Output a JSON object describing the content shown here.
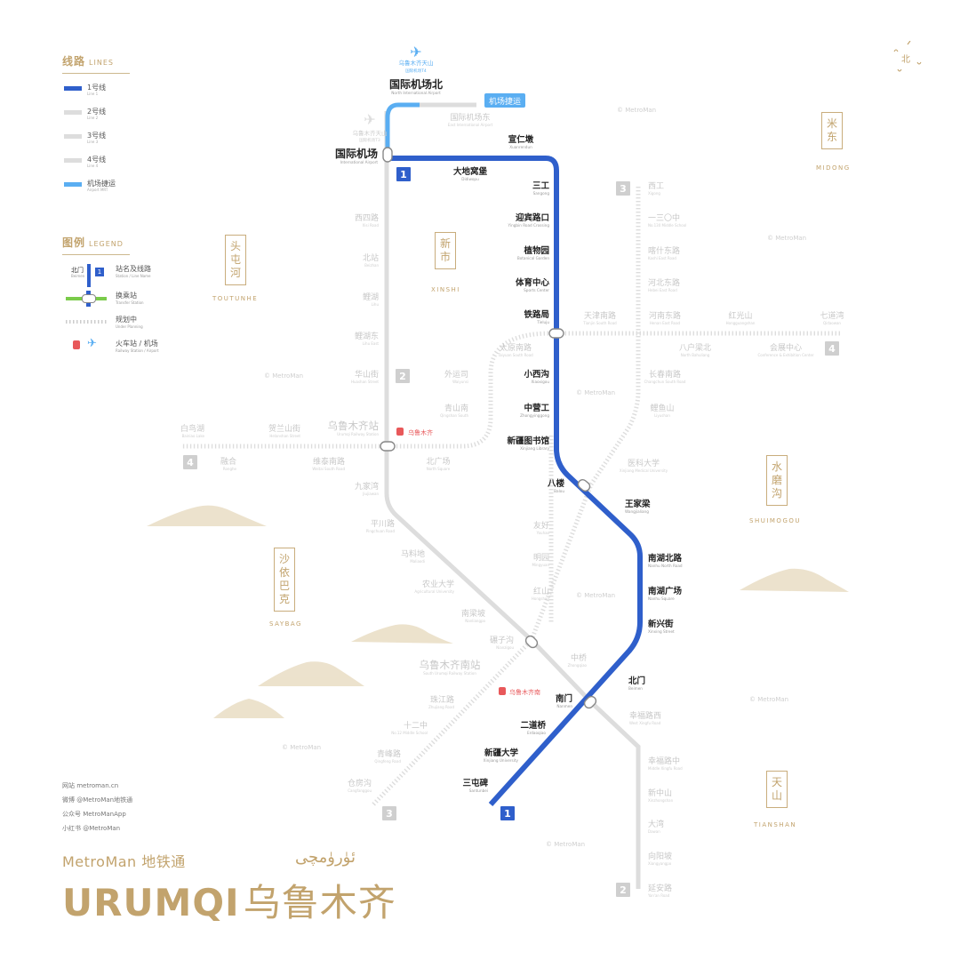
{
  "legend": {
    "lines_title": "线路",
    "lines_title_en": "LINES",
    "lines": [
      {
        "label": "1号线",
        "en": "Line 1",
        "color": "#2f5fcb"
      },
      {
        "label": "2号线",
        "en": "Line 2",
        "color": "#dddddd"
      },
      {
        "label": "3号线",
        "en": "Line 3",
        "color": "#dddddd"
      },
      {
        "label": "4号线",
        "en": "Line 4",
        "color": "#dddddd"
      },
      {
        "label": "机场捷运",
        "en": "Airport MRT",
        "color": "#5aaef2"
      }
    ],
    "legend_title": "图例",
    "legend_title_en": "LEGEND",
    "items": [
      {
        "label": "站名及线路",
        "en": "Station / Line Name"
      },
      {
        "label": "换乘站",
        "en": "Transfer Station"
      },
      {
        "label": "规划中",
        "en": "Under Planning"
      },
      {
        "label": "火车站 / 机场",
        "en": "Railway Station / Airport"
      }
    ],
    "sample_station": "北门",
    "sample_station_en": "Beimen",
    "sample_line": "1"
  },
  "contact": {
    "website": "网站  metroman.cn",
    "weibo": "微博  @MetroMan地铁通",
    "wechat": "公众号  MetroManApp",
    "xhs": "小红书  @MetroMan"
  },
  "brand": {
    "top": "MetroMan 地铁通",
    "city_en": "URUMQI",
    "city_cn": "乌鲁木齐",
    "uyghur": "ئۈرۈمچى"
  },
  "north_label": "北",
  "colors": {
    "line1": "#2f5fcb",
    "airport": "#5aaef2",
    "inactive": "#dddddd",
    "gold": "#c2a36d",
    "rail_red": "#e8585a"
  },
  "districts": [
    {
      "name": "米东",
      "en": "MIDONG"
    },
    {
      "name": "头屯河",
      "en": "TOUTUNHE"
    },
    {
      "name": "新市",
      "en": "XINSHI"
    },
    {
      "name": "水磨沟",
      "en": "SHUIMOGOU"
    },
    {
      "name": "沙依巴克",
      "en": "SAYBAG"
    },
    {
      "name": "天山",
      "en": "TIANSHAN"
    }
  ],
  "pois": {
    "airport_t4": "乌鲁木齐天山",
    "airport_t4_sub": "国际机场T4",
    "airport_old": "乌鲁木齐天山",
    "airport_old_sub": "国际机场T3",
    "rail_main": "乌鲁木齐",
    "rail_south": "乌鲁木齐南"
  },
  "badges": {
    "airport_mrt": "机场捷运",
    "line1": "1",
    "line2": "2",
    "line3": "3",
    "line4": "4"
  },
  "watermark": "© MetroMan",
  "line1_stations": [
    {
      "cn": "国际机场北",
      "en": "North International Airport"
    },
    {
      "cn": "国际机场",
      "en": "International Airport"
    },
    {
      "cn": "宣仁墩",
      "en": "Xuanrendun"
    },
    {
      "cn": "大地窝堡",
      "en": "Didiwopu"
    },
    {
      "cn": "三工",
      "en": "Sangong"
    },
    {
      "cn": "迎宾路口",
      "en": "Yingbin Road Crossing"
    },
    {
      "cn": "植物园",
      "en": "Botanical Garden"
    },
    {
      "cn": "体育中心",
      "en": "Sports Center"
    },
    {
      "cn": "铁路局",
      "en": "Tieluju"
    },
    {
      "cn": "小西沟",
      "en": "Xiaoxigou"
    },
    {
      "cn": "中营工",
      "en": "Zhongyinggong"
    },
    {
      "cn": "新疆图书馆",
      "en": "Xinjiang Library"
    },
    {
      "cn": "八楼",
      "en": "Balou"
    },
    {
      "cn": "王家梁",
      "en": "Wangjialiang"
    },
    {
      "cn": "南湖北路",
      "en": "Nanhu North Road"
    },
    {
      "cn": "南湖广场",
      "en": "Nanhu Square"
    },
    {
      "cn": "新兴街",
      "en": "Xinxing Street"
    },
    {
      "cn": "北门",
      "en": "Beimen"
    },
    {
      "cn": "南门",
      "en": "Nanmen"
    },
    {
      "cn": "二道桥",
      "en": "Erdaoqiao"
    },
    {
      "cn": "新疆大学",
      "en": "Xinjiang University"
    },
    {
      "cn": "三屯碑",
      "en": "Santunbei"
    }
  ],
  "other_stations": [
    {
      "cn": "国际机场东",
      "en": "East International Airport"
    },
    {
      "cn": "西四路",
      "en": "Xisi Road"
    },
    {
      "cn": "北站",
      "en": "Beizhan"
    },
    {
      "cn": "鲤湖",
      "en": "Lihu"
    },
    {
      "cn": "鲤湖东",
      "en": "Lihu East"
    },
    {
      "cn": "华山街",
      "en": "Huashan Street"
    },
    {
      "cn": "外运司",
      "en": "Waiyunsi"
    },
    {
      "cn": "青山南",
      "en": "Qingshan South"
    },
    {
      "cn": "白鸟湖",
      "en": "Bainiao Lake"
    },
    {
      "cn": "贺兰山街",
      "en": "Helanshan Street"
    },
    {
      "cn": "乌鲁木齐站",
      "en": "Urumqi Railway Station"
    },
    {
      "cn": "融合",
      "en": "Ronghe"
    },
    {
      "cn": "维泰南路",
      "en": "Weitai South Road"
    },
    {
      "cn": "北广场",
      "en": "North Square"
    },
    {
      "cn": "九家湾",
      "en": "Jiujiawan"
    },
    {
      "cn": "平川路",
      "en": "Pingchuan Road"
    },
    {
      "cn": "马料地",
      "en": "Maliaodi"
    },
    {
      "cn": "农业大学",
      "en": "Agricultural University"
    },
    {
      "cn": "南梁坡",
      "en": "Nanliangpo"
    },
    {
      "cn": "碾子沟",
      "en": "Nianzigou"
    },
    {
      "cn": "乌鲁木齐南站",
      "en": "South Urumqi Railway Station"
    },
    {
      "cn": "珠江路",
      "en": "Zhujiang Road"
    },
    {
      "cn": "十二中",
      "en": "No.12 Middle School"
    },
    {
      "cn": "青峰路",
      "en": "Qingfeng Road"
    },
    {
      "cn": "仓房沟",
      "en": "Cangfanggou"
    },
    {
      "cn": "太原南路",
      "en": "Taiyuan South Road"
    },
    {
      "cn": "天津南路",
      "en": "Tianjin South Road"
    },
    {
      "cn": "河南东路",
      "en": "Henan East Road"
    },
    {
      "cn": "红光山",
      "en": "Hongguangshan"
    },
    {
      "cn": "七道湾",
      "en": "Qidaowan"
    },
    {
      "cn": "八户梁北",
      "en": "North Bahuliang"
    },
    {
      "cn": "会展中心",
      "en": "Conference & Exhibition Center"
    },
    {
      "cn": "长春南路",
      "en": "Changchun South Road"
    },
    {
      "cn": "鲤鱼山",
      "en": "Liyushan"
    },
    {
      "cn": "医科大学",
      "en": "Xinjiang Medical University"
    },
    {
      "cn": "友好",
      "en": "Youhao"
    },
    {
      "cn": "明园",
      "en": "Mingyuan"
    },
    {
      "cn": "红山",
      "en": "Hongshan"
    },
    {
      "cn": "中桥",
      "en": "Zhongqiao"
    },
    {
      "cn": "西工",
      "en": "Xigong"
    },
    {
      "cn": "一三〇中",
      "en": "No.130 Middle School"
    },
    {
      "cn": "喀什东路",
      "en": "Kashi East Road"
    },
    {
      "cn": "河北东路",
      "en": "Hebei East Road"
    },
    {
      "cn": "幸福路西",
      "en": "West Xingfu Road"
    },
    {
      "cn": "幸福路中",
      "en": "Middle Xingfu Road"
    },
    {
      "cn": "新中山",
      "en": "Xinzhongshan"
    },
    {
      "cn": "大湾",
      "en": "Dawan"
    },
    {
      "cn": "向阳坡",
      "en": "Xiangyangpo"
    },
    {
      "cn": "延安路",
      "en": "Yan'an Road"
    }
  ]
}
